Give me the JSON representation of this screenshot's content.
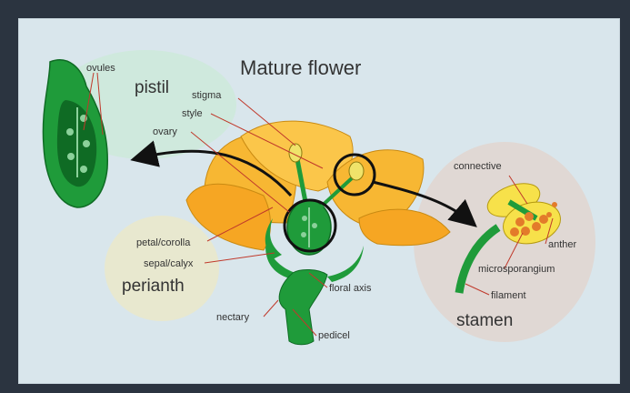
{
  "diagram": {
    "title": "Mature flower",
    "groups": {
      "pistil": "pistil",
      "perianth": "perianth",
      "stamen": "stamen"
    },
    "labels": {
      "ovules": "ovules",
      "stigma": "stigma",
      "style": "style",
      "ovary": "ovary",
      "petal": "petal/corolla",
      "sepal": "sepal/calyx",
      "floral_axis": "floral axis",
      "nectary": "nectary",
      "pedicel": "pedicel",
      "connective": "connective",
      "anther": "anther",
      "microsporangium": "microsporangium",
      "filament": "filament"
    },
    "colors": {
      "background": "#d9e6ec",
      "frame": "#2b3440",
      "petal": "#f7b733",
      "green": "#1f9b3a",
      "dark_green": "#0f6b24",
      "pistil_bubble": "#cfe9dd",
      "perianth_bubble": "#e8e8cf",
      "stamen_bubble": "#e0d8d4",
      "label_line": "#c0392b"
    }
  }
}
